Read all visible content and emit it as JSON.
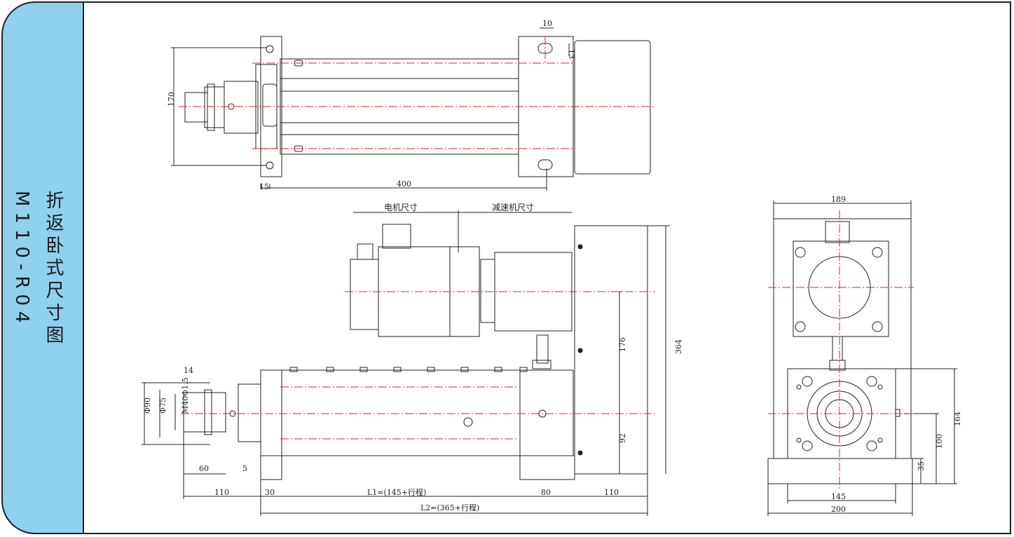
{
  "sidebar": {
    "title": "折返卧式尺寸图",
    "model": "M110-R04",
    "bg_color": "#8fd0ee"
  },
  "top_view": {
    "dim_height": "170",
    "dim_left": "15",
    "dim_length": "400",
    "dim_slot_w": "10",
    "dim_slot_h": "13"
  },
  "side_view": {
    "motor_label": "电机尺寸",
    "reducer_label": "减速机尺寸",
    "dim_total_height": "364",
    "dim_upper": "176",
    "dim_lower": "92",
    "dim_phi90": "Φ90",
    "dim_phi75": "Φ75",
    "dim_thread": "M40Φ1.5",
    "dim_14": "14",
    "dim_60": "60",
    "dim_5": "5",
    "dim_110_left": "110",
    "dim_30": "30",
    "dim_L1": "L1=(145+行程)",
    "dim_80": "80",
    "dim_110_right": "110",
    "dim_L2": "L2=(365+行程)"
  },
  "end_view": {
    "dim_189": "189",
    "dim_145": "145",
    "dim_200": "200",
    "dim_164": "164",
    "dim_100": "100",
    "dim_35": "35"
  }
}
